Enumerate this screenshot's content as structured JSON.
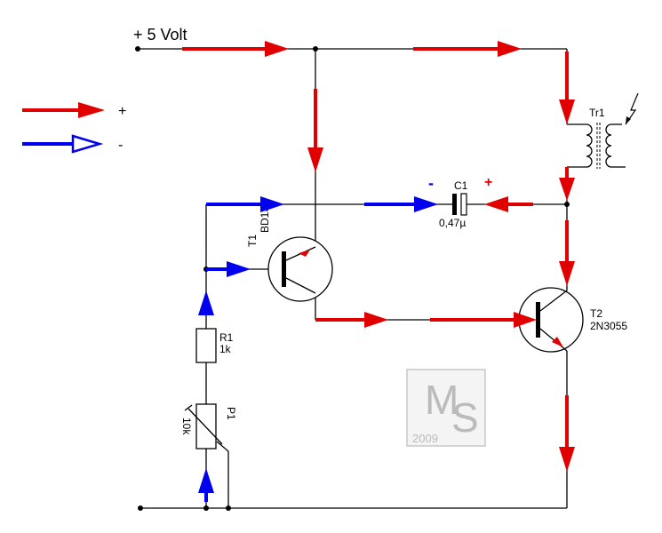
{
  "supply_label": "+ 5 Volt",
  "legend": {
    "plus_label": "+",
    "minus_label": "-"
  },
  "components": {
    "tr1": {
      "name": "Tr1"
    },
    "c1": {
      "name": "C1",
      "value": "0,47µ",
      "minus_mark": "-",
      "plus_mark": "+"
    },
    "t1": {
      "name": "T1",
      "type": "BD136"
    },
    "t2": {
      "name": "T2",
      "type": "2N3055"
    },
    "r1": {
      "name": "R1",
      "value": "1k"
    },
    "p1": {
      "name": "P1",
      "value": "10k"
    }
  },
  "watermark": {
    "m": "M",
    "s": "S",
    "year": "2009"
  },
  "colors": {
    "positive_flow": "#e00000",
    "negative_flow": "#0000ee",
    "wire": "#000000"
  }
}
